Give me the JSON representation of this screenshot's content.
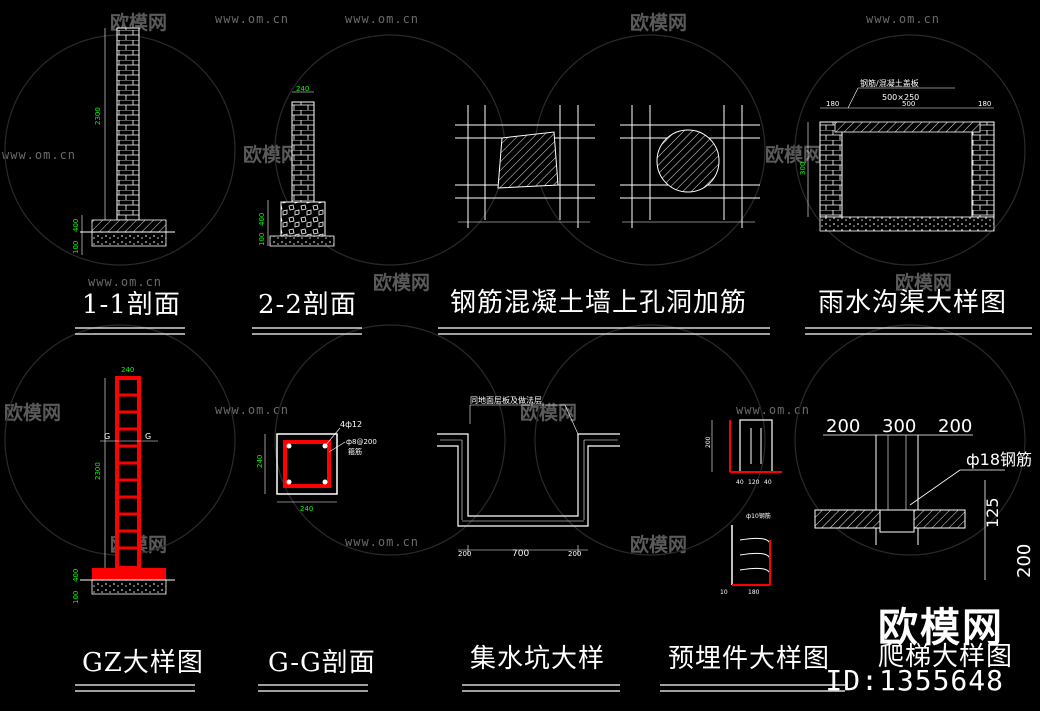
{
  "titles": [
    {
      "id": "t-11",
      "text": "1-1剖面"
    },
    {
      "id": "t-22",
      "text": "2-2剖面"
    },
    {
      "id": "t-hole",
      "text": "钢筋混凝土墙上孔洞加筋"
    },
    {
      "id": "t-drain",
      "text": "雨水沟渠大样图"
    },
    {
      "id": "t-gz",
      "text": "GZ大样图"
    },
    {
      "id": "t-gg",
      "text": "G-G剖面"
    },
    {
      "id": "t-sump",
      "text": "集水坑大样"
    },
    {
      "id": "t-embed",
      "text": "预埋件大样图"
    },
    {
      "id": "t-steps",
      "text": "爬梯大样图"
    }
  ],
  "dims": {
    "wall_11": [
      "2300",
      "400",
      "100"
    ],
    "wall_22": [
      "240",
      "400",
      "100"
    ],
    "drain": [
      "钢筋/混凝土盖板",
      "500×250",
      "180",
      "500",
      "180",
      "300"
    ],
    "gz": [
      "240",
      "2300",
      "G",
      "G",
      "400",
      "100"
    ],
    "gg": [
      "4ф12",
      "ф8@200",
      "箍筋",
      "240",
      "240"
    ],
    "sump": [
      "同地面层板及做法层",
      "700",
      "200",
      "200"
    ],
    "embed": [
      "200",
      "40",
      "120",
      "40",
      "ф10钢筋",
      "180",
      "10"
    ],
    "steps": [
      "200",
      "300",
      "200",
      "ф18钢筋",
      "125",
      "200"
    ]
  },
  "watermark": {
    "site": "www.om.cn",
    "brand": "欧模网"
  },
  "brand": {
    "logo": "欧模网",
    "id": "ID:1355648"
  },
  "colors": {
    "line": "#ffffff",
    "accent": "#ff0000",
    "dim": "#00ff00",
    "bg": "#000000"
  }
}
